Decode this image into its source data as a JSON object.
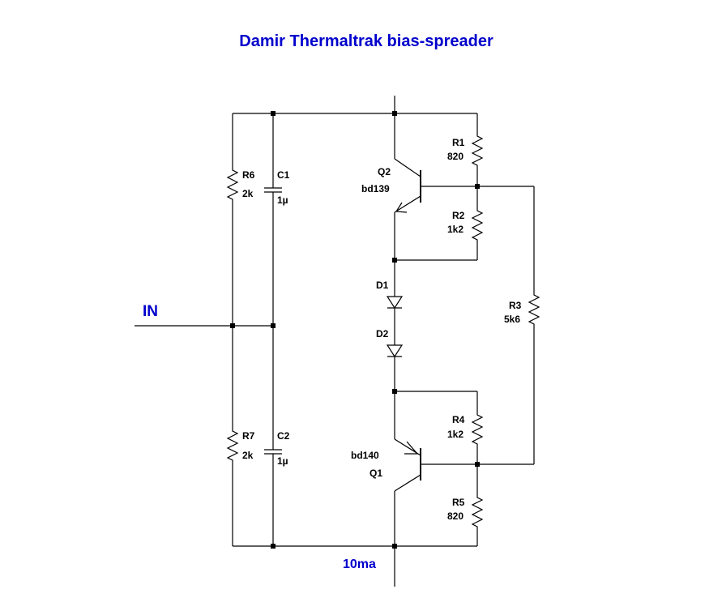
{
  "title": "Damir Thermaltrak bias-spreader",
  "colors": {
    "title": "#0000CC",
    "net_label": "#0000CC",
    "wire": "#000000"
  },
  "net_labels": {
    "input": "IN",
    "current": "10ma"
  },
  "components": {
    "R1": {
      "ref": "R1",
      "value": "820"
    },
    "R2": {
      "ref": "R2",
      "value": "1k2"
    },
    "R3": {
      "ref": "R3",
      "value": "5k6"
    },
    "R4": {
      "ref": "R4",
      "value": "1k2"
    },
    "R5": {
      "ref": "R5",
      "value": "820"
    },
    "R6": {
      "ref": "R6",
      "value": "2k"
    },
    "R7": {
      "ref": "R7",
      "value": "2k"
    },
    "C1": {
      "ref": "C1",
      "value": "1µ"
    },
    "C2": {
      "ref": "C2",
      "value": "1µ"
    },
    "Q1": {
      "ref": "Q1",
      "value": "bd140"
    },
    "Q2": {
      "ref": "Q2",
      "value": "bd139"
    },
    "D1": {
      "ref": "D1"
    },
    "D2": {
      "ref": "D2"
    }
  }
}
